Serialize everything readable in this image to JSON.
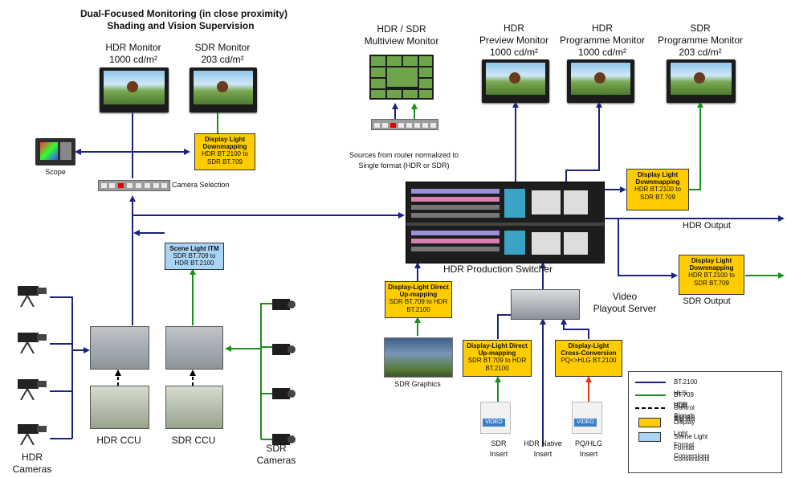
{
  "title": {
    "line1": "Dual-Focused Monitoring (in close proximity)",
    "line2": "Shading and Vision Supervision"
  },
  "monitors": {
    "hdr_monitor": {
      "name": "HDR Monitor",
      "spec": "1000 cd/m²"
    },
    "sdr_monitor": {
      "name": "SDR Monitor",
      "spec": "203 cd/m²"
    },
    "multiview": {
      "line1": "HDR / SDR",
      "line2": "Multiview Monitor"
    },
    "hdr_preview": {
      "line1": "HDR",
      "line2": "Preview Monitor",
      "spec": "1000 cd/m²"
    },
    "hdr_programme": {
      "line1": "HDR",
      "line2": "Programme Monitor",
      "spec": "1000 cd/m²"
    },
    "sdr_programme": {
      "line1": "SDR",
      "line2": "Programme Monitor",
      "spec": "203 cd/m²"
    }
  },
  "labels": {
    "scope": "Scope",
    "camera_selection": "Camera Selection",
    "router_sources_1": "Sources from router normalized to",
    "router_sources_2": "Single format (HDR or SDR)",
    "switcher": "HDR Production Switcher",
    "hdr_output": "HDR Output",
    "sdr_output": "SDR Output",
    "playout_1": "Video",
    "playout_2": "Playout Server",
    "sdr_graphics": "SDR Graphics",
    "hdr_ccu": "HDR CCU",
    "sdr_ccu": "SDR CCU",
    "hdr_cameras_1": "HDR",
    "hdr_cameras_2": "Cameras",
    "sdr_cameras_1": "SDR",
    "sdr_cameras_2": "Cameras",
    "sdr_insert_1": "SDR",
    "sdr_insert_2": "Insert",
    "hdr_native_1": "HDR Native",
    "hdr_native_2": "Insert",
    "pq_hlg_1": "PQ/HLG",
    "pq_hlg_2": "Insert",
    "video_badge": "VIDEO"
  },
  "boxes": {
    "downmap_monitor": {
      "title": "Display Light Downmapping",
      "body": "HDR BT.2100 to SDR BT.709"
    },
    "scene_itm": {
      "title": "Scene Light ITM",
      "body": "SDR BT.709 to HDR BT.2100"
    },
    "downmap_programme": {
      "title": "Display Light Downmapping",
      "body": "HDR BT.2100 to SDR BT.709"
    },
    "downmap_output": {
      "title": "Display Light Downmapping",
      "body": "HDR BT.2100 to SDR BT.709"
    },
    "upmap_graphics": {
      "title": "Display-Light Direct Up-mapping",
      "body": "SDR BT.709 to HDR BT.2100"
    },
    "upmap_insert": {
      "title": "Display-Light Direct Up-mapping",
      "body": "SDR BT.709 to HDR BT.2100"
    },
    "cross_conv": {
      "title": "Display-Light Cross-Conversion",
      "body": "PQ<>HLG BT.2100"
    }
  },
  "legend": [
    {
      "label": "BT.2100 HLG HDR Signals",
      "kind": "line",
      "color": "#1a237e"
    },
    {
      "label": "BT.709 SDR Signals",
      "kind": "line",
      "color": "#1e8f1e"
    },
    {
      "label": "Control Signals",
      "kind": "dash",
      "color": "#000000"
    },
    {
      "label": "Display Light Format Conversions",
      "kind": "box",
      "color": "#ffcc00"
    },
    {
      "label": "Scene Light Format Conversions",
      "kind": "box",
      "color": "#aad4f5"
    }
  ],
  "colors": {
    "hdr": "#1a237e",
    "sdr": "#1e8f1e",
    "control": "#000000",
    "pq": "#e53912"
  }
}
